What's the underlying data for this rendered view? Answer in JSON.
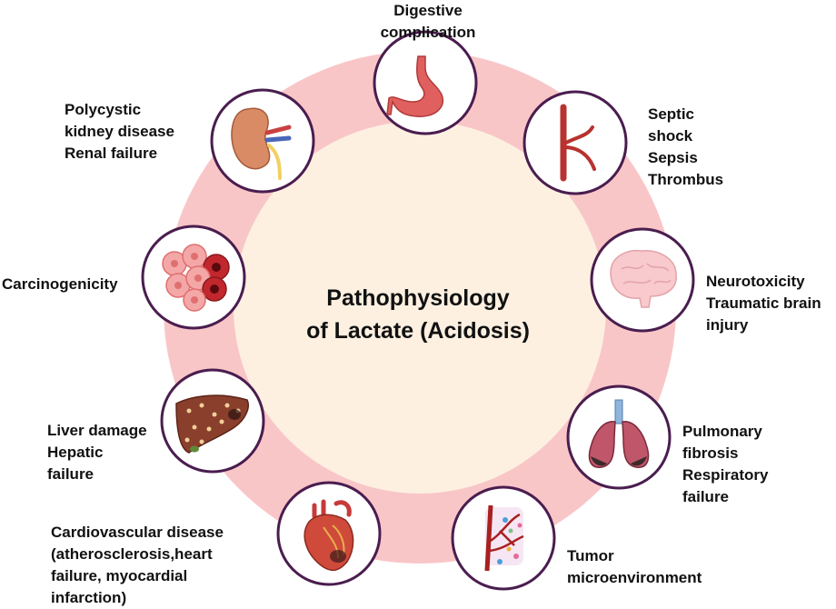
{
  "center": {
    "title_line1": "Pathophysiology",
    "title_line2": "of Lactate (Acidosis)"
  },
  "colors": {
    "ring": "#f9c6c8",
    "inner_circle": "#fdf0e1",
    "node_border": "#4a1d4f",
    "organ_red": "#e0605f"
  },
  "nodes": [
    {
      "icon": "stomach-icon",
      "lines": [
        "Digestive",
        "complication"
      ]
    },
    {
      "icon": "blood-vessel-icon",
      "lines": [
        "Septic",
        "shock",
        "Sepsis",
        "Thrombus"
      ]
    },
    {
      "icon": "brain-icon",
      "lines": [
        "Neurotoxicity",
        "Traumatic brain",
        "injury"
      ]
    },
    {
      "icon": "lungs-icon",
      "lines": [
        "Pulmonary",
        "fibrosis",
        "Respiratory",
        "failure"
      ]
    },
    {
      "icon": "tumor-vessel-icon",
      "lines": [
        "Tumor",
        "microenvironment"
      ]
    },
    {
      "icon": "heart-icon",
      "lines": [
        "Cardiovascular disease",
        "(atherosclerosis,heart",
        "failure, myocardial",
        "infarction)"
      ]
    },
    {
      "icon": "liver-icon",
      "lines": [
        "Liver damage",
        "Hepatic",
        "failure"
      ]
    },
    {
      "icon": "cancer-cells-icon",
      "lines": [
        "Carcinogenicity"
      ]
    },
    {
      "icon": "kidney-icon",
      "lines": [
        "Polycystic",
        "kidney disease",
        "Renal failure"
      ]
    }
  ]
}
